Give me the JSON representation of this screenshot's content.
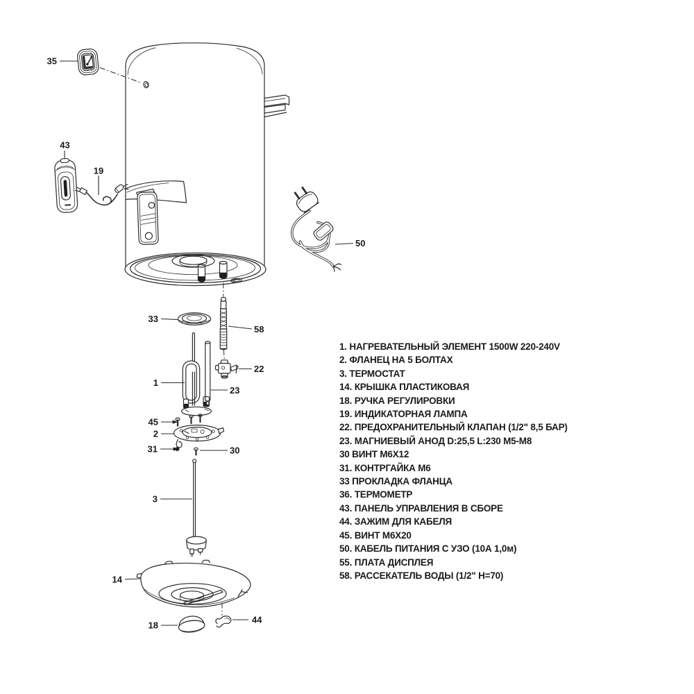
{
  "colors": {
    "line": "#2b2b2b",
    "text": "#1a1a1a",
    "background": "#ffffff",
    "dark_fill": "#1f1f1f"
  },
  "diagram": {
    "callouts": [
      "35",
      "43",
      "19",
      "50",
      "33",
      "58",
      "22",
      "1",
      "23",
      "45",
      "2",
      "31",
      "30",
      "3",
      "14",
      "18",
      "44"
    ]
  },
  "parts_list": {
    "items": [
      "1. НАГРЕВАТЕЛЬНЫЙ ЭЛЕМЕНТ 1500W 220-240V",
      "2. ФЛАНЕЦ НА 5 БОЛТАХ",
      "3. ТЕРМОСТАТ",
      "14. КРЫШКА ПЛАСТИКОВАЯ",
      "18. РУЧКА РЕГУЛИРОВКИ",
      "19. ИНДИКАТОРНАЯ ЛАМПА",
      "22. ПРЕДОХРАНИТЕЛЬНЫЙ КЛАПАН (1/2\" 8,5 БАР)",
      "23. МАГНИЕВЫЙ АНОД D:25,5 L:230 M5-M8",
      "30 ВИНТ М6Х12",
      "31. КОНТРГАЙКА М6",
      "33 ПРОКЛАДКА ФЛАНЦА",
      "36. ТЕРМОМЕТР",
      "43. ПАНЕЛЬ УПРАВЛЕНИЯ В СБОРЕ",
      "44. ЗАЖИМ ДЛЯ КАБЕЛЯ",
      "45. ВИНТ М6Х20",
      "50. КАБЕЛЬ ПИТАНИЯ С УЗО (10А 1,0м)",
      "55. ПЛАТА ДИСПЛЕЯ",
      "58. РАССЕКАТЕЛЬ ВОДЫ (1/2\" Н=70)"
    ]
  }
}
